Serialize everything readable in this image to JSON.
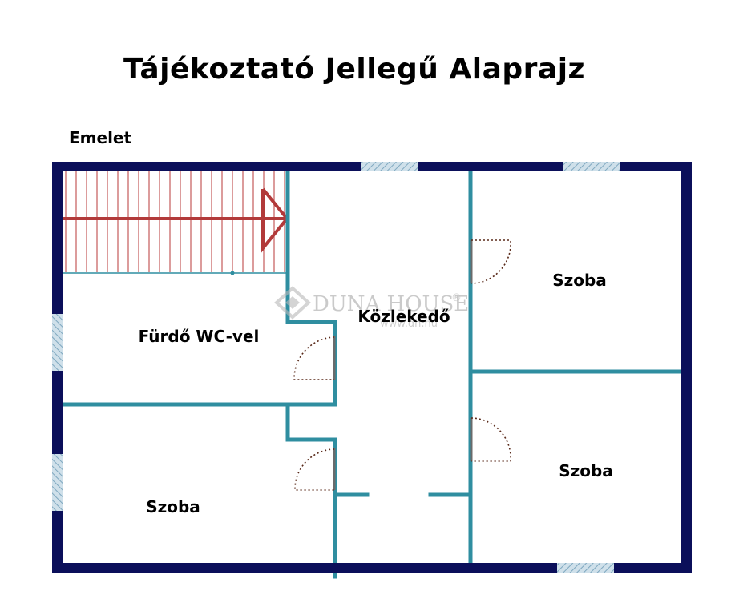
{
  "title": "Tájékoztató Jellegű Alaprajz",
  "floor_label": "Emelet",
  "rooms": {
    "bathroom": "Fürdő WC-vel",
    "corridor": "Közlekedő",
    "room_top_right": "Szoba",
    "room_mid_right": "Szoba",
    "room_bottom_left": "Szoba"
  },
  "watermark": {
    "brand": "DUNA HOUSE",
    "registered": "®",
    "url": "www.dh.hu"
  },
  "colors": {
    "outer_wall": "#0b0f5a",
    "inner_wall": "#2f8ea0",
    "stair_lines": "#b23a3a",
    "door_arc": "#5a2a1a",
    "window": "#8fb6cc"
  }
}
